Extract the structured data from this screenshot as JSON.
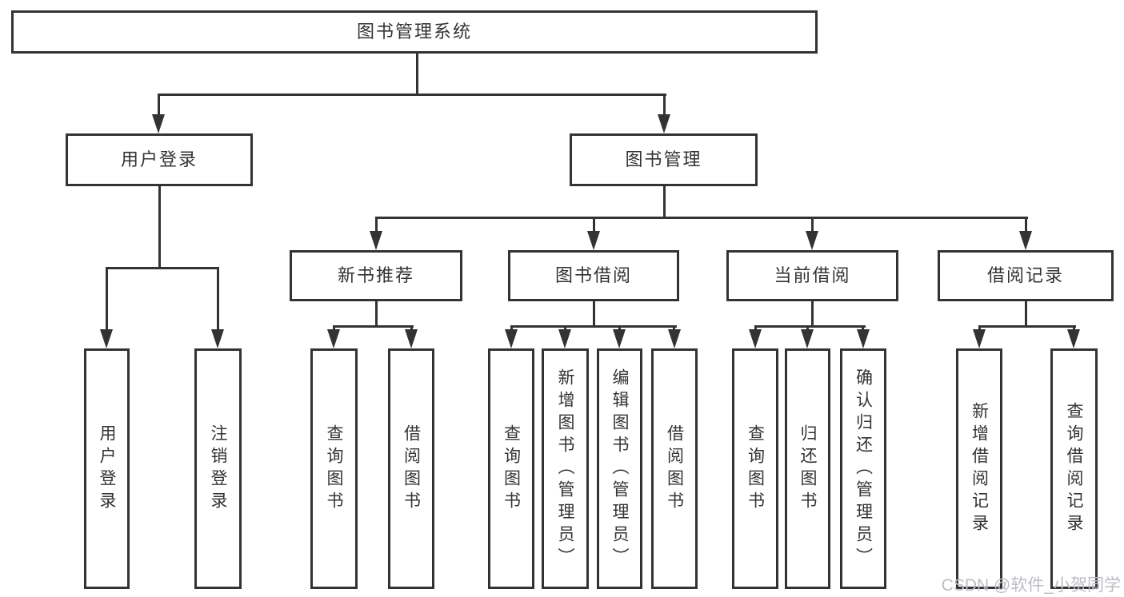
{
  "diagram": {
    "type": "hierarchy-tree",
    "colors": {
      "line": "#333333",
      "box_border": "#333333",
      "text": "#333333",
      "background": "#ffffff",
      "watermark_text": "#bcbdc4"
    },
    "tree": {
      "label": "图书管理系统",
      "children": [
        {
          "label": "用户登录",
          "children": [
            {
              "label": "用户登录"
            },
            {
              "label": "注销登录"
            }
          ]
        },
        {
          "label": "图书管理",
          "children": [
            {
              "label": "新书推荐",
              "children": [
                {
                  "label": "查询图书"
                },
                {
                  "label": "借阅图书"
                }
              ]
            },
            {
              "label": "图书借阅",
              "children": [
                {
                  "label": "查询图书"
                },
                {
                  "label": "新增图书（管理员）"
                },
                {
                  "label": "编辑图书（管理员）"
                },
                {
                  "label": "借阅图书"
                }
              ]
            },
            {
              "label": "当前借阅",
              "children": [
                {
                  "label": "查询图书"
                },
                {
                  "label": "归还图书"
                },
                {
                  "label": "确认归还（管理员）"
                }
              ]
            },
            {
              "label": "借阅记录",
              "children": [
                {
                  "label": "新增借阅记录"
                },
                {
                  "label": "查询借阅记录"
                }
              ]
            }
          ]
        }
      ]
    }
  },
  "watermark": {
    "text": "CSDN @软件_小贺同学"
  }
}
